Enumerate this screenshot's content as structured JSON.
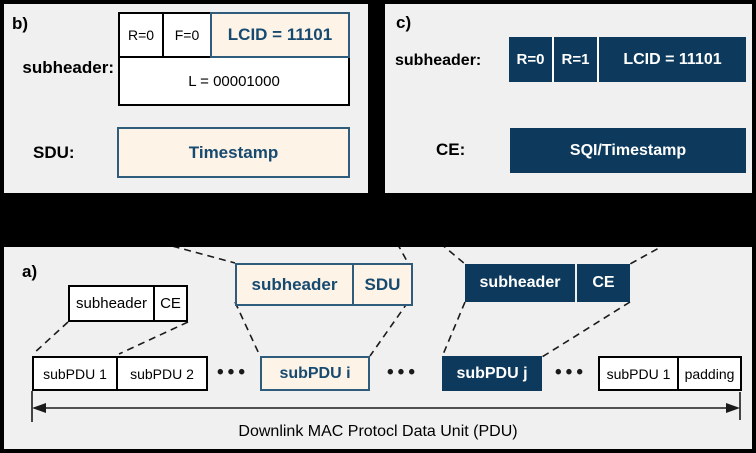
{
  "colors": {
    "navy": "#0d3a5c",
    "navy_text": "#174a70",
    "cream": "#fdf3e7",
    "cream_border": "#2e5c7a",
    "panel_bg": "#f0f0f0"
  },
  "panel_b": {
    "label": "b)",
    "subheader_label": "subheader:",
    "r_field": "R=0",
    "f_field": "F=0",
    "lcid_field": "LCID = 11101",
    "l_field": "L = 00001000",
    "sdu_label": "SDU:",
    "sdu_value": "Timestamp"
  },
  "panel_c": {
    "label": "c)",
    "subheader_label": "subheader:",
    "r0_field": "R=0",
    "r1_field": "R=1",
    "lcid_field": "LCID = 11101",
    "ce_label": "CE:",
    "ce_value": "SQI/Timestamp"
  },
  "panel_a": {
    "label": "a)",
    "white_group": {
      "subheader": "subheader",
      "ce": "CE"
    },
    "cream_group": {
      "subheader": "subheader",
      "sdu": "SDU"
    },
    "navy_group": {
      "subheader": "subheader",
      "ce": "CE"
    },
    "subpdu_row": {
      "subpdu_1": "subPDU 1",
      "subpdu_2": "subPDU 2",
      "ellipsis": "•••",
      "subpdu_i": "subPDU i",
      "subpdu_j": "subPDU j",
      "subpdu_1b": "subPDU 1",
      "padding": "padding"
    },
    "arrow_label": "Downlink MAC Protocl Data Unit (PDU)"
  }
}
